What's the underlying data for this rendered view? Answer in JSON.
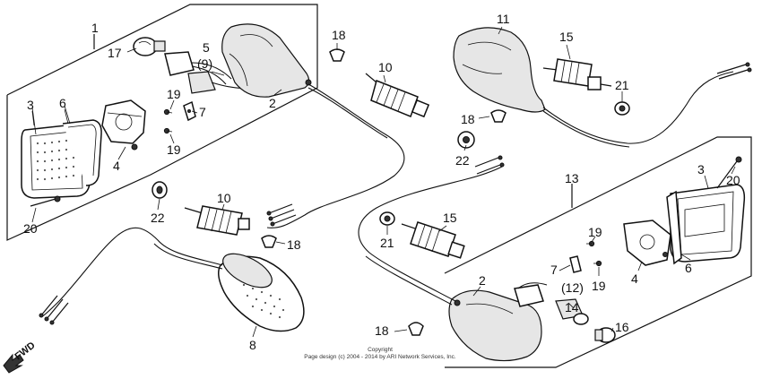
{
  "labels": {
    "l1": "1",
    "l2a": "2",
    "l2b": "2",
    "l3a": "3",
    "l3b": "3",
    "l4a": "4",
    "l4b": "4",
    "l5": "5",
    "l9": "(9)",
    "l6a": "6",
    "l6b": "6",
    "l7a": "7",
    "l7b": "7",
    "l8": "8",
    "l10a": "10",
    "l10b": "10",
    "l11": "11",
    "l12": "(12)",
    "l13": "13",
    "l14": "14",
    "l15a": "15",
    "l15b": "15",
    "l16": "16",
    "l17": "17",
    "l18a": "18",
    "l18b": "18",
    "l18c": "18",
    "l18d": "18",
    "l19a": "19",
    "l19b": "19",
    "l19c": "19",
    "l19d": "19",
    "l20a": "20",
    "l20b": "20",
    "l21a": "21",
    "l21b": "21",
    "l22a": "22",
    "l22b": "22"
  },
  "fwd": "FWD",
  "copyright": {
    "line1": "Copyright",
    "line2": "Page design (c) 2004 - 2014 by ARI Network Services, Inc."
  }
}
